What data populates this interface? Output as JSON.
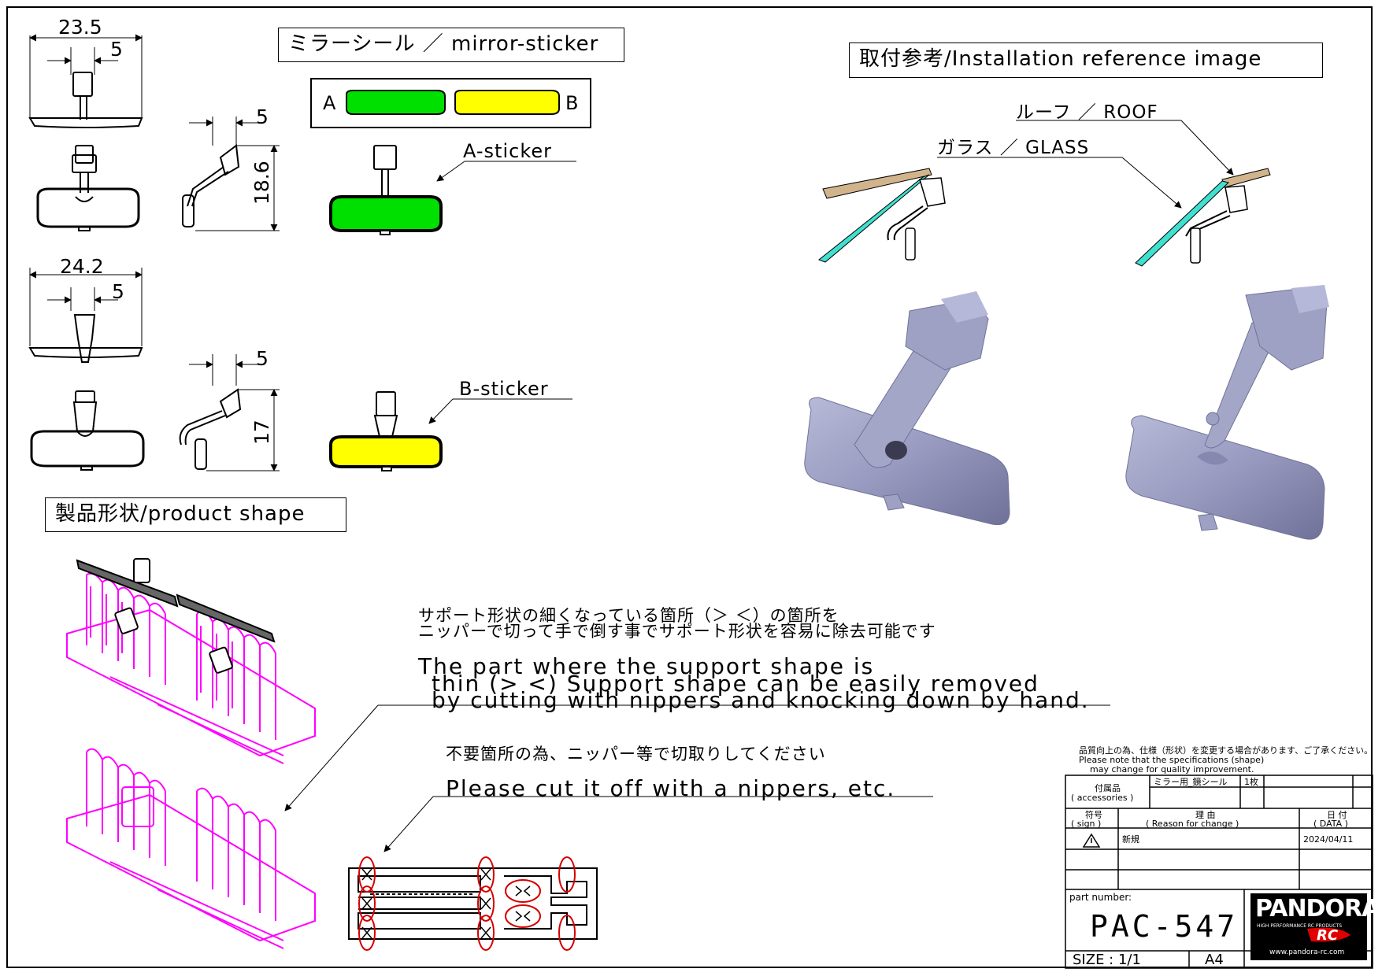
{
  "labels": {
    "mirror_sticker": "ミラーシール ／ mirror-sticker",
    "sticker_a_letter": "A",
    "sticker_b_letter": "B",
    "a_sticker": "A-sticker",
    "b_sticker": "B-sticker",
    "product_shape": "製品形状/product shape",
    "installation_ref": "取付参考/Installation reference image",
    "roof": "ルーフ ／ ROOF",
    "glass": "ガラス ／ GLASS"
  },
  "dimensions": {
    "top_width": "23.5",
    "top_offset": "5",
    "side_offset_top": "5",
    "top_height": "18.6",
    "bottom_width": "24.2",
    "bottom_offset": "5",
    "side_offset_bottom": "5",
    "bottom_height": "17"
  },
  "notes": {
    "support_jp_line1": "サポート形状の細くなっている箇所（＞ ＜）の箇所を",
    "support_jp_line2": "ニッパーで切って手で倒す事でサポート形状を容易に除去可能です",
    "support_en_line1": "The part where the support shape is",
    "support_en_line2": "thin (> <) Support shape can be easily removed",
    "support_en_line3": "by cutting with nippers and knocking down by hand.",
    "cut_jp": "不要箇所の為、ニッパー等で切取りしてください",
    "cut_en": "Please cut it off with a nippers, etc."
  },
  "title_block": {
    "notice_jp": "品質向上の為、仕様（形状）を変更する場合があります、ご了承ください。",
    "notice_en_line1": "Please note that the specifications (shape)",
    "notice_en_line2": "may change for quality improvement.",
    "accessories_jp": "付属品",
    "accessories_en": "( accessories )",
    "accessory_item": "ミラー用_鏡シール",
    "accessory_qty": "1枚",
    "sign_jp": "符号",
    "sign_en": "( sign )",
    "reason_jp": "理 由",
    "reason_en": "( Reason for change )",
    "date_jp": "日 付",
    "date_en": "( DATA )",
    "revision_reason": "新規",
    "revision_date": "2024/04/11",
    "part_number_label": "part number:",
    "part_number": "PAC-547",
    "size": "SIZE : 1/1",
    "paper": "A4",
    "logo_main": "PANDORA",
    "logo_sub": "HIGH PERFORMANCE RC PRODUCTS",
    "logo_rc": "RC",
    "logo_url": "www.pandora-rc.com"
  },
  "colors": {
    "sticker_a": "#00e000",
    "sticker_b": "#ffff00",
    "support": "#ff00ff",
    "glass": "#40e0d0",
    "roof": "#d2b48c",
    "render": "#9fa1c4",
    "cut_mark": "#d40000"
  }
}
